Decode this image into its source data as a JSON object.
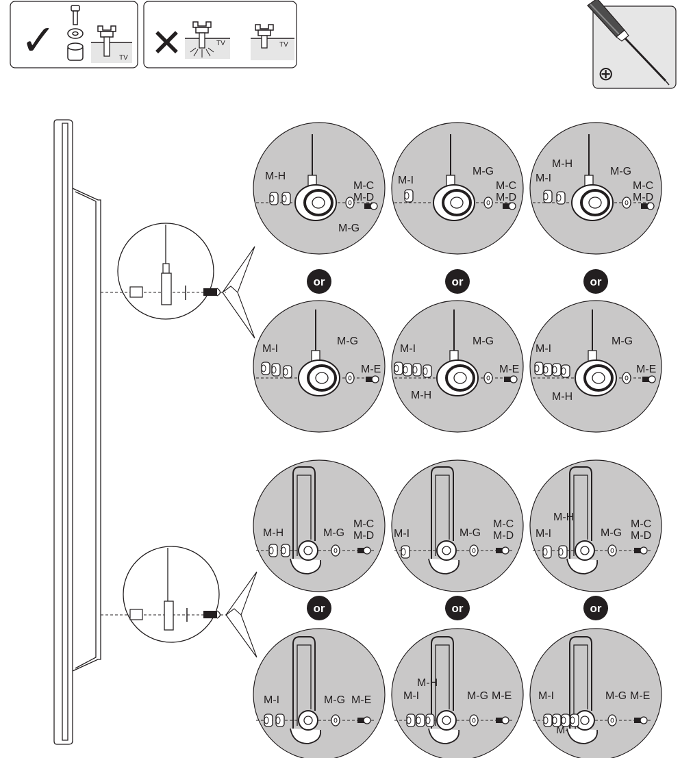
{
  "legend": {
    "correct_mark": "✓",
    "wrong_mark": "✕",
    "tv_label": "TV"
  },
  "tool": {
    "name": "phillips-screwdriver",
    "head_symbol": "⊕"
  },
  "or_label": "or",
  "upper_group": {
    "details": [
      {
        "labels": [
          "M-H",
          "M-C",
          "M-D",
          "M-G"
        ]
      },
      {
        "labels": [
          "M-I",
          "M-G",
          "M-C",
          "M-D"
        ]
      },
      {
        "labels": [
          "M-H",
          "M-I",
          "M-G",
          "M-C",
          "M-D"
        ]
      },
      {
        "labels": [
          "M-I",
          "M-G",
          "M-E"
        ]
      },
      {
        "labels": [
          "M-I",
          "M-G",
          "M-E",
          "M-H"
        ]
      },
      {
        "labels": [
          "M-I",
          "M-G",
          "M-E",
          "M-H"
        ]
      }
    ]
  },
  "lower_group": {
    "details": [
      {
        "labels": [
          "M-H",
          "M-G",
          "M-C",
          "M-D"
        ]
      },
      {
        "labels": [
          "M-I",
          "M-G",
          "M-C",
          "M-D"
        ]
      },
      {
        "labels": [
          "M-H",
          "M-I",
          "M-G",
          "M-C",
          "M-D"
        ]
      },
      {
        "labels": [
          "M-I",
          "M-G",
          "M-E"
        ]
      },
      {
        "labels": [
          "M-H",
          "M-I",
          "M-G",
          "M-E"
        ]
      },
      {
        "labels": [
          "M-I",
          "M-G",
          "M-E",
          "M-H"
        ]
      }
    ]
  },
  "colors": {
    "circle_fill": "#c9c8c8",
    "stroke": "#231f20",
    "or_badge": "#231f20",
    "panel_fill": "#e6e6e6"
  }
}
